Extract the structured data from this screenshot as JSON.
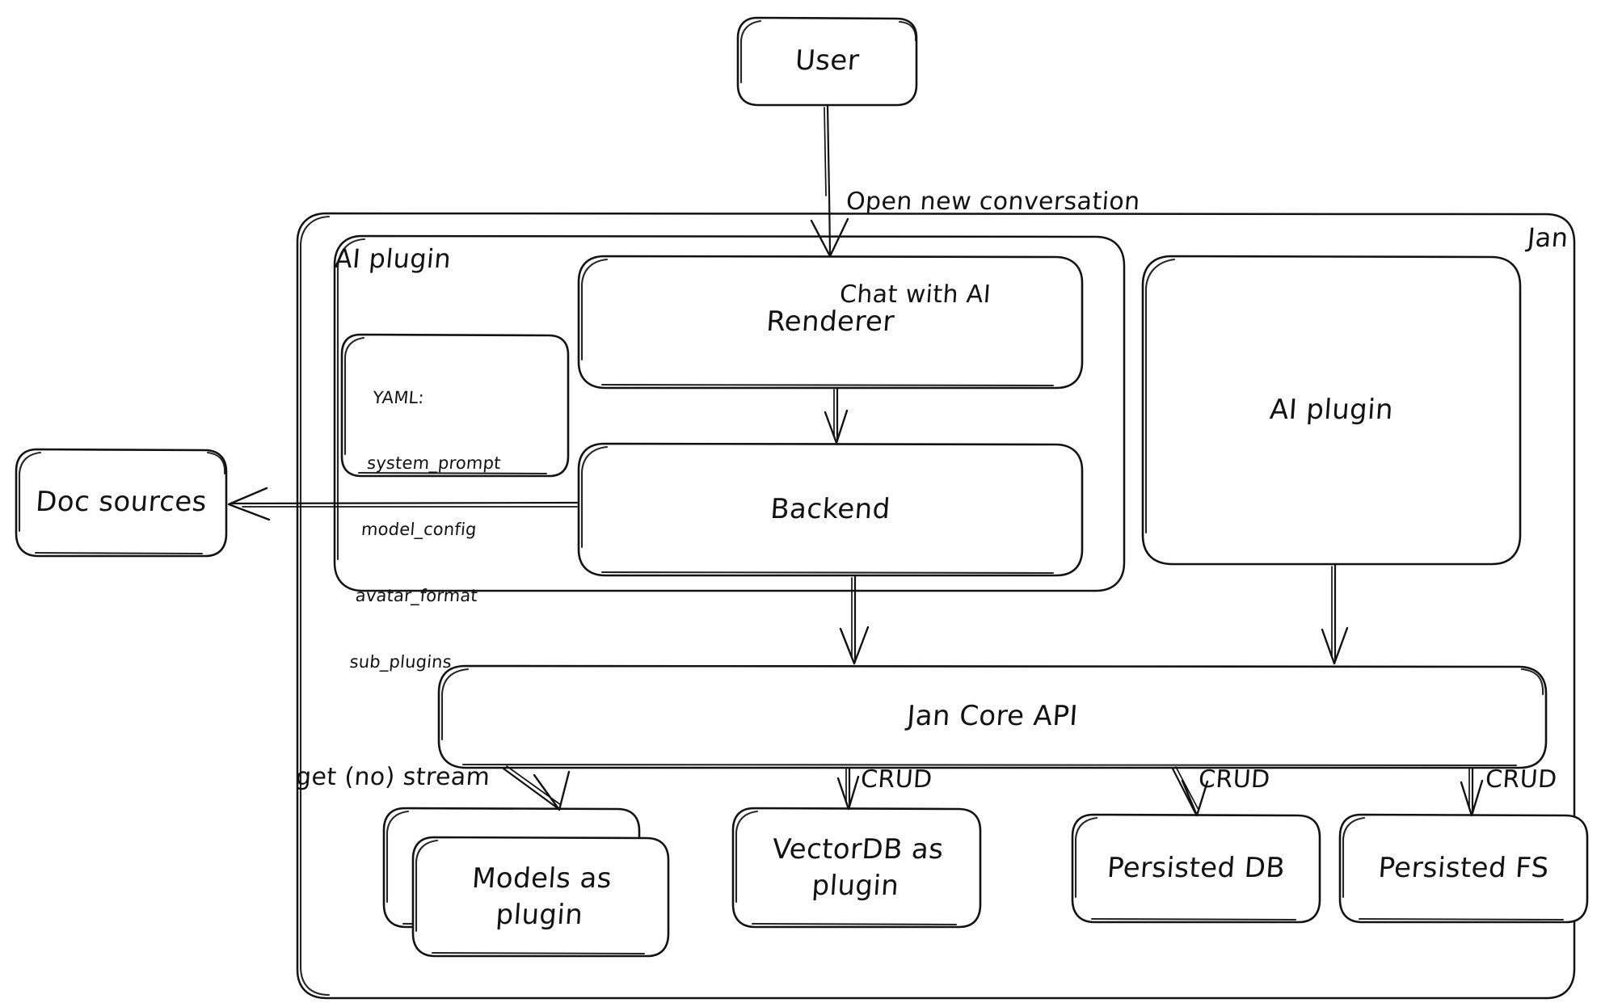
{
  "diagram": {
    "title": "Jan architecture diagram",
    "style": "hand-drawn sketch",
    "stroke_color": "#121212",
    "background_color": "#ffffff",
    "containers": [
      {
        "id": "jan",
        "label": "Jan",
        "label_position": "top-right"
      },
      {
        "id": "ai-plugin-group",
        "label": "AI plugin",
        "label_position": "top-left"
      }
    ],
    "nodes": [
      {
        "id": "user",
        "label": "User"
      },
      {
        "id": "renderer",
        "label": "Renderer"
      },
      {
        "id": "backend",
        "label": "Backend"
      },
      {
        "id": "ai-plugin",
        "label": "AI plugin"
      },
      {
        "id": "doc-sources",
        "label": "Doc sources"
      },
      {
        "id": "jan-core-api",
        "label": "Jan Core API"
      },
      {
        "id": "models-as-plugin",
        "label": "Models as\nplugin"
      },
      {
        "id": "vectordb-as-plugin",
        "label": "VectorDB as\nplugin"
      },
      {
        "id": "persisted-db",
        "label": "Persisted DB"
      },
      {
        "id": "persisted-fs",
        "label": "Persisted FS"
      }
    ],
    "yaml_note": {
      "title": "YAML:",
      "items": [
        "system_prompt",
        "model_config",
        "avatar_format",
        "sub_plugins"
      ]
    },
    "edges": [
      {
        "id": "user-renderer",
        "from": "user",
        "to": "renderer",
        "label": "Open new conversation\nChat with AI"
      },
      {
        "id": "renderer-backend",
        "from": "renderer",
        "to": "backend",
        "label": ""
      },
      {
        "id": "backend-doc-sources",
        "from": "backend",
        "to": "doc-sources",
        "label": ""
      },
      {
        "id": "backend-core",
        "from": "backend",
        "to": "jan-core-api",
        "label": ""
      },
      {
        "id": "aiplugin-core",
        "from": "ai-plugin",
        "to": "jan-core-api",
        "label": ""
      },
      {
        "id": "core-models",
        "from": "jan-core-api",
        "to": "models-as-plugin",
        "label": "get (no) stream"
      },
      {
        "id": "core-vectordb",
        "from": "jan-core-api",
        "to": "vectordb-as-plugin",
        "label": "CRUD"
      },
      {
        "id": "core-persisted-db",
        "from": "jan-core-api",
        "to": "persisted-db",
        "label": "CRUD"
      },
      {
        "id": "core-persisted-fs",
        "from": "jan-core-api",
        "to": "persisted-fs",
        "label": "CRUD"
      }
    ]
  },
  "labels": {
    "user": "User",
    "user_to_renderer_line1": "Open new conversation",
    "user_to_renderer_line2": "Chat with AI",
    "jan": "Jan",
    "ai_plugin_group": "AI plugin",
    "renderer": "Renderer",
    "backend": "Backend",
    "ai_plugin": "AI plugin",
    "doc_sources": "Doc sources",
    "jan_core_api": "Jan Core API",
    "models_line1": "Models as",
    "models_line2": "plugin",
    "vectordb_line1": "VectorDB as",
    "vectordb_line2": "plugin",
    "persisted_db": "Persisted DB",
    "persisted_fs": "Persisted FS",
    "get_no_stream": "get (no) stream",
    "crud_vectordb": "CRUD",
    "crud_persisted_db": "CRUD",
    "crud_persisted_fs": "CRUD",
    "yaml_title": "YAML:",
    "yaml_item_1": "system_prompt",
    "yaml_item_2": "model_config",
    "yaml_item_3": "avatar_format",
    "yaml_item_4": "sub_plugins"
  }
}
